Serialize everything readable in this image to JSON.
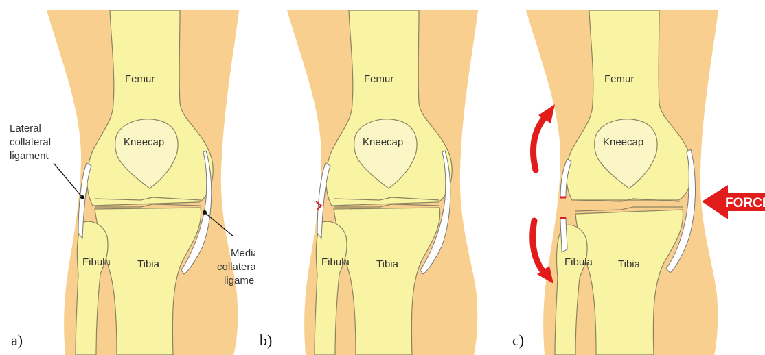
{
  "colors": {
    "skin": "#f8cf8e",
    "bone": "#f9f3a4",
    "bone_light": "#fbf6c6",
    "bone_outline": "#8a8360",
    "ligament": "#ffffff",
    "tear": "#d81e1e",
    "arrow": "#e21b1b",
    "caption": "#111111"
  },
  "panels": [
    {
      "caption": "a)",
      "labels": {
        "femur": "Femur",
        "kneecap": "Kneecap",
        "fibula": "Fibula",
        "tibia": "Tibia",
        "lateral": [
          "Lateral",
          "collateral",
          "ligament"
        ],
        "medial": [
          "Medial",
          "collateral",
          "ligament"
        ]
      }
    },
    {
      "caption": "b)",
      "labels": {
        "femur": "Femur",
        "kneecap": "Kneecap",
        "fibula": "Fibula",
        "tibia": "Tibia"
      },
      "annotation": "minor tear mark on lateral ligament"
    },
    {
      "caption": "c)",
      "labels": {
        "femur": "Femur",
        "kneecap": "Kneecap",
        "fibula": "Fibula",
        "tibia": "Tibia",
        "force": "FORCE"
      },
      "icons": [
        "curved-arrow-up-icon",
        "curved-arrow-down-icon",
        "force-arrow-icon"
      ]
    }
  ]
}
